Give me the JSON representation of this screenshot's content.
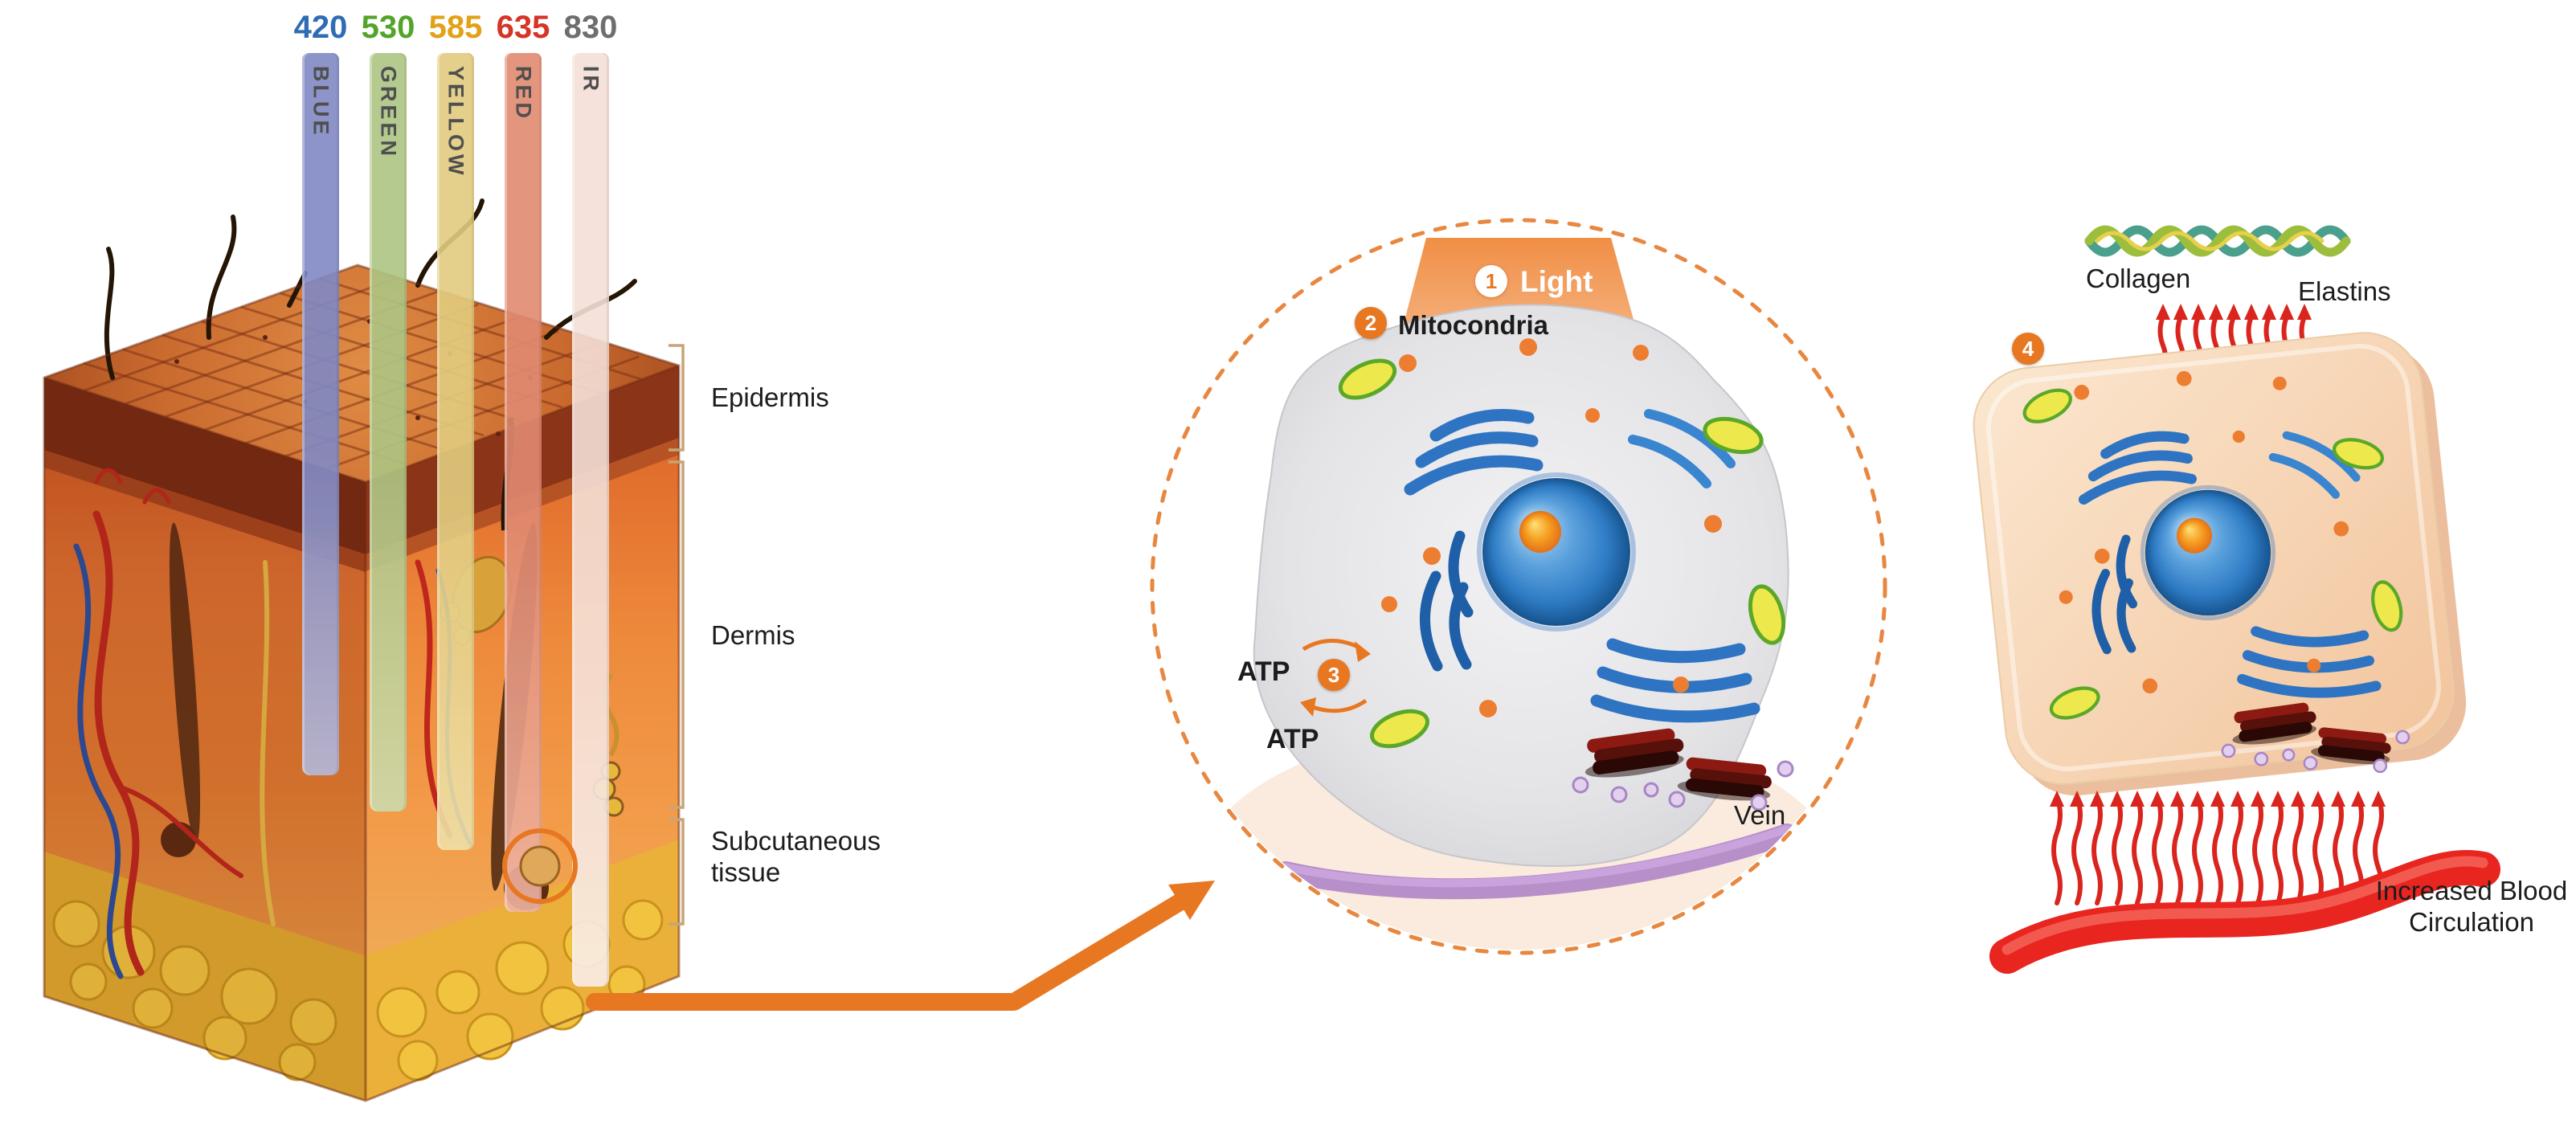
{
  "canvas": {
    "background": "#ffffff"
  },
  "skin_section": {
    "wavelength_bars": [
      {
        "value": "420",
        "label": "BLUE",
        "value_color": "#2E6DB4",
        "bar_color": "#8089C4",
        "bar_color_soft": "#B4BADC"
      },
      {
        "value": "530",
        "label": "GREEN",
        "value_color": "#52A529",
        "bar_color": "#AEC583",
        "bar_color_soft": "#CDDBAC"
      },
      {
        "value": "585",
        "label": "YELLOW",
        "value_color": "#E3A118",
        "bar_color": "#E2CC7E",
        "bar_color_soft": "#EFE0A8"
      },
      {
        "value": "635",
        "label": "RED",
        "value_color": "#D63426",
        "bar_color": "#E18A71",
        "bar_color_soft": "#EFB4A2"
      },
      {
        "value": "830",
        "label": "IR",
        "value_color": "#6E6E6E",
        "bar_color": "#F4DFD6",
        "bar_color_soft": "#FAEEE8"
      }
    ],
    "layer_labels": [
      {
        "label": "Epidermis"
      },
      {
        "label": "Dermis"
      },
      {
        "label": "Subcutaneous tissue"
      }
    ]
  },
  "cell_detail": {
    "step1_number": "1",
    "step1_label": "Light",
    "step2_number": "2",
    "step2_label": "Mitocondria",
    "step3_number": "3",
    "atp_top": "ATP",
    "atp_bottom": "ATP",
    "vein_label": "Vein"
  },
  "result_cell": {
    "step_number": "4",
    "collagen_label": "Collagen",
    "elastins_label": "Elastins",
    "circulation_label": "Increased Blood Circulation"
  },
  "colors": {
    "accent_orange": "#E87722",
    "beam_orange": "#F0883B",
    "cell_gray": "#E2E2E5",
    "nucleus_blue": "#2E7BC4",
    "mitochondria_yellow": "#EDE84C",
    "mitochondria_green": "#5BA829",
    "vein_purple": "#B78FC9",
    "vessel_red": "#E8251F",
    "arrow_red": "#D9251D",
    "text_dark": "#1C1C1C"
  }
}
